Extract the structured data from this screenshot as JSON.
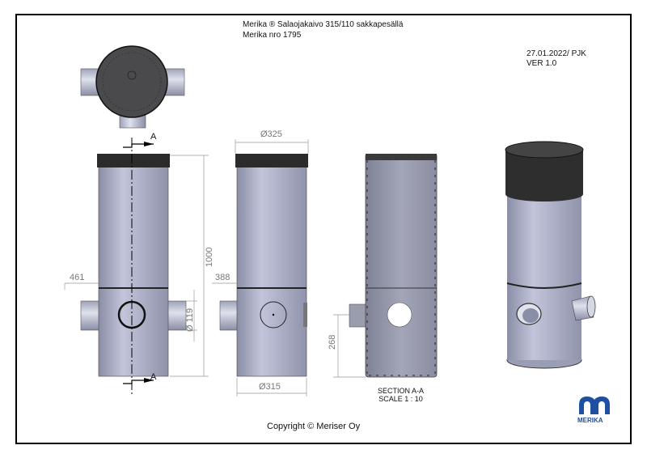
{
  "title": {
    "line1": "Merika ® Salaojakaivo 315/110 sakkapesällä",
    "line2": "Merika nro  1795"
  },
  "revision": {
    "date_author": "27.01.2022/ PJK",
    "version": "VER 1.0"
  },
  "section_marker": "A",
  "dimensions": {
    "height": "1000",
    "offset_front": "461",
    "outlet_diameter": "Ø 119",
    "top_diameter": "Ø325",
    "bottom_diameter": "Ø315",
    "offset_side": "388",
    "section_height": "268"
  },
  "section_label": {
    "line1": "SECTION A-A",
    "line2": "SCALE 1 : 10"
  },
  "copyright": "Copyright © Meriser Oy",
  "logo": {
    "text": "MERIKA",
    "color": "#1f4fa0"
  },
  "colors": {
    "body": "#a9adc4",
    "cap": "#2b2b2b",
    "dim": "#888888"
  }
}
